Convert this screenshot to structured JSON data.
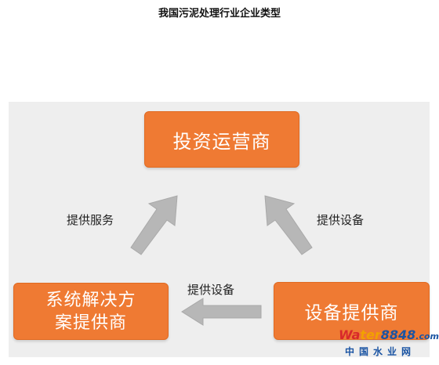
{
  "title": "我国污泥处理行业企业类型",
  "nodes": {
    "top": "投资运营商",
    "left_line1": "系统解决方",
    "left_line2": "案提供商",
    "right": "设备提供商"
  },
  "edges": {
    "left_to_top": "提供服务",
    "right_to_top": "提供设备",
    "right_to_left": "提供设备"
  },
  "watermark": {
    "logo_part1": "Wa",
    "logo_part2": "ter",
    "logo_part3": "8848",
    "logo_suffix": ".com",
    "chinese": "中国水业网"
  },
  "colors": {
    "box": "#ef7a33",
    "arrow": "#b7b7b7",
    "panel": "#eeeeee"
  }
}
